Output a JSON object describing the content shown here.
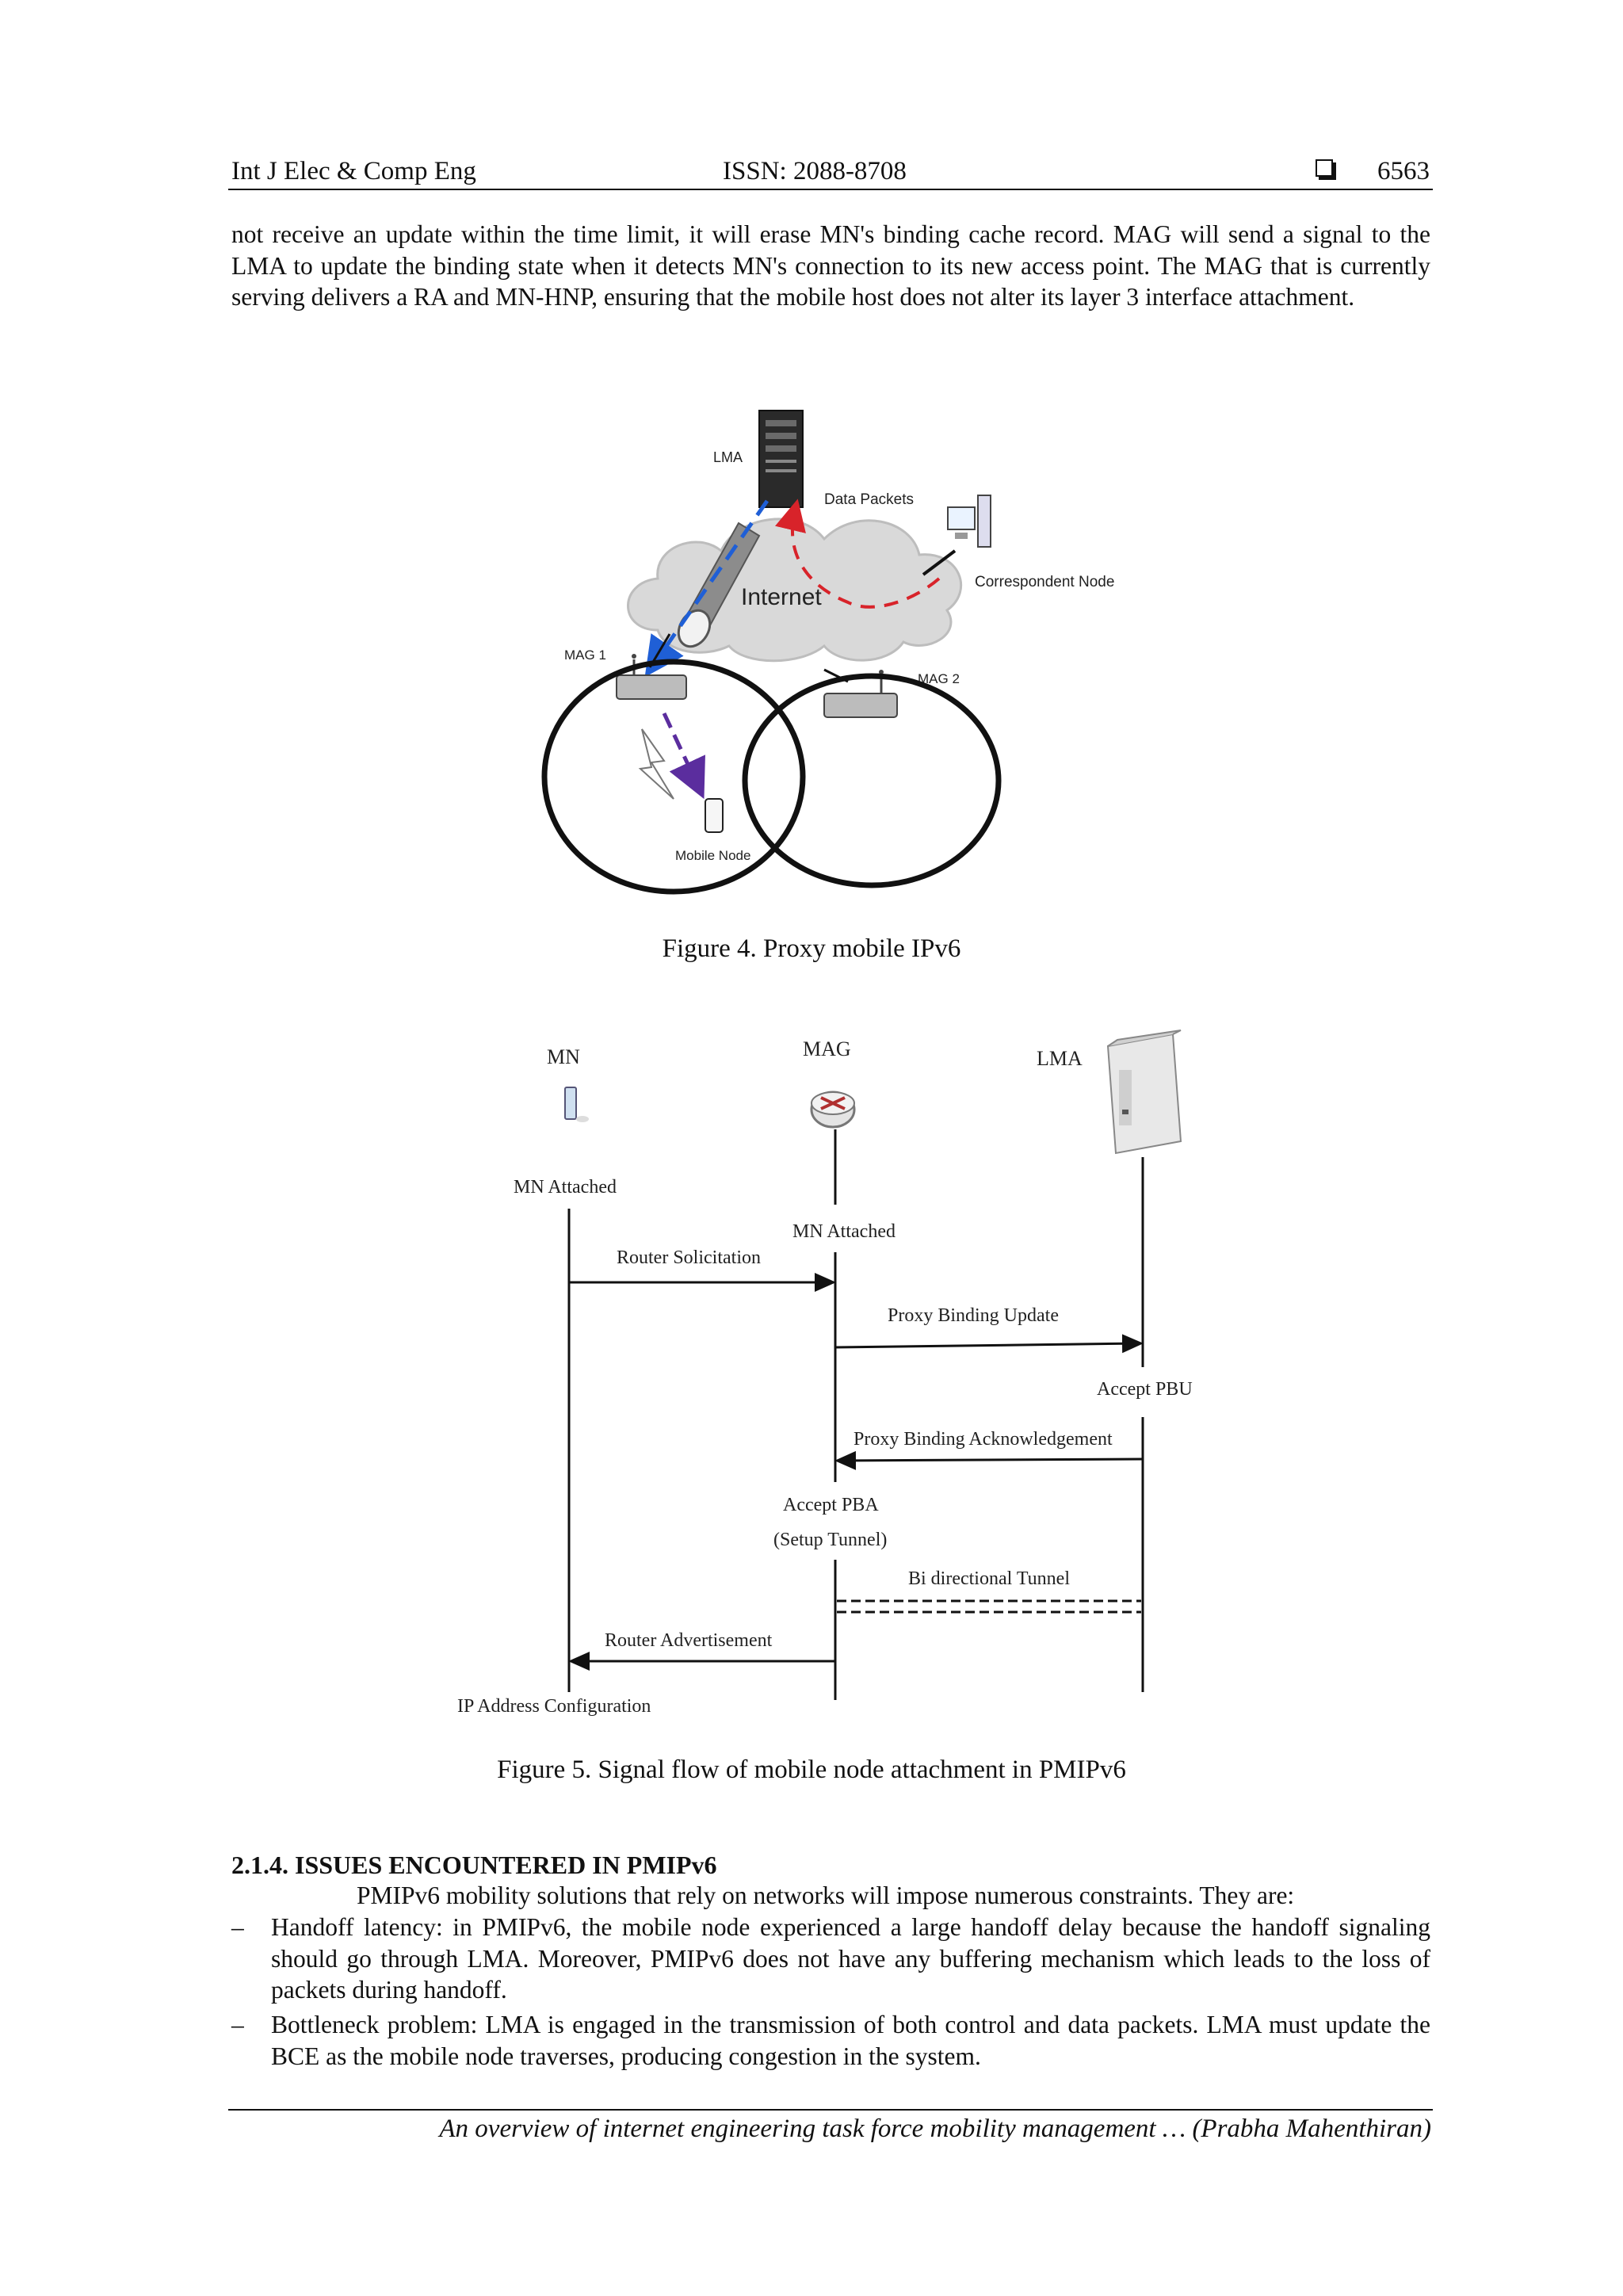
{
  "header": {
    "journal": "Int J Elec & Comp Eng",
    "issn": "ISSN: 2088-8708",
    "page_number": "6563"
  },
  "intro_paragraph": "not receive an update within the time limit, it will erase MN's binding cache record. MAG will send a signal to the LMA to update the binding state when it detects MN's connection to its new access point. The MAG that is currently serving delivers a RA and MN-HNP, ensuring that the mobile host does not alter its layer 3 interface attachment.",
  "figure4": {
    "caption": "Figure 4. Proxy mobile IPv6",
    "labels": {
      "lma": "LMA",
      "data_packets": "Data Packets",
      "internet": "Internet",
      "correspondent_node": "Correspondent Node",
      "mag1": "MAG 1",
      "mag2": "MAG 2",
      "mobile_node": "Mobile Node"
    },
    "colors": {
      "tunnel_arrow": "#1f5fd6",
      "data_path": "#d8232a",
      "handoff_arrow": "#5b2d9e"
    }
  },
  "figure5": {
    "caption": "Figure 5. Signal flow of mobile node attachment in PMIPv6",
    "entities": {
      "mn": "MN",
      "mag": "MAG",
      "lma": "LMA"
    },
    "events": {
      "mn_attached_mn": "MN Attached",
      "mn_attached_mag": "MN Attached",
      "accept_pbu": "Accept PBU",
      "accept_pba": "Accept PBA",
      "setup_tunnel": "(Setup Tunnel)",
      "ip_config": "IP Address Configuration"
    },
    "messages": {
      "router_solicitation": "Router Solicitation",
      "proxy_binding_update": "Proxy Binding Update",
      "proxy_binding_ack": "Proxy Binding Acknowledgement",
      "bidirectional_tunnel": "Bi directional Tunnel",
      "router_advertisement": "Router Advertisement"
    }
  },
  "section": {
    "heading": "2.1.4. ISSUES ENCOUNTERED IN PMIPv6",
    "intro": "PMIPv6 mobility solutions that rely on networks will impose numerous constraints. They are:",
    "bullets": [
      "Handoff latency: in PMIPv6, the mobile node experienced a large handoff delay because the handoff signaling should go through LMA. Moreover, PMIPv6 does not have any buffering mechanism which leads to the loss of packets during handoff.",
      "Bottleneck problem: LMA is engaged in the transmission of both control and data packets. LMA must update the BCE as the mobile node traverses, producing congestion in the system."
    ],
    "bullet_marker": "–"
  },
  "footer": "An overview of internet engineering task force mobility management … (Prabha Mahenthiran)"
}
